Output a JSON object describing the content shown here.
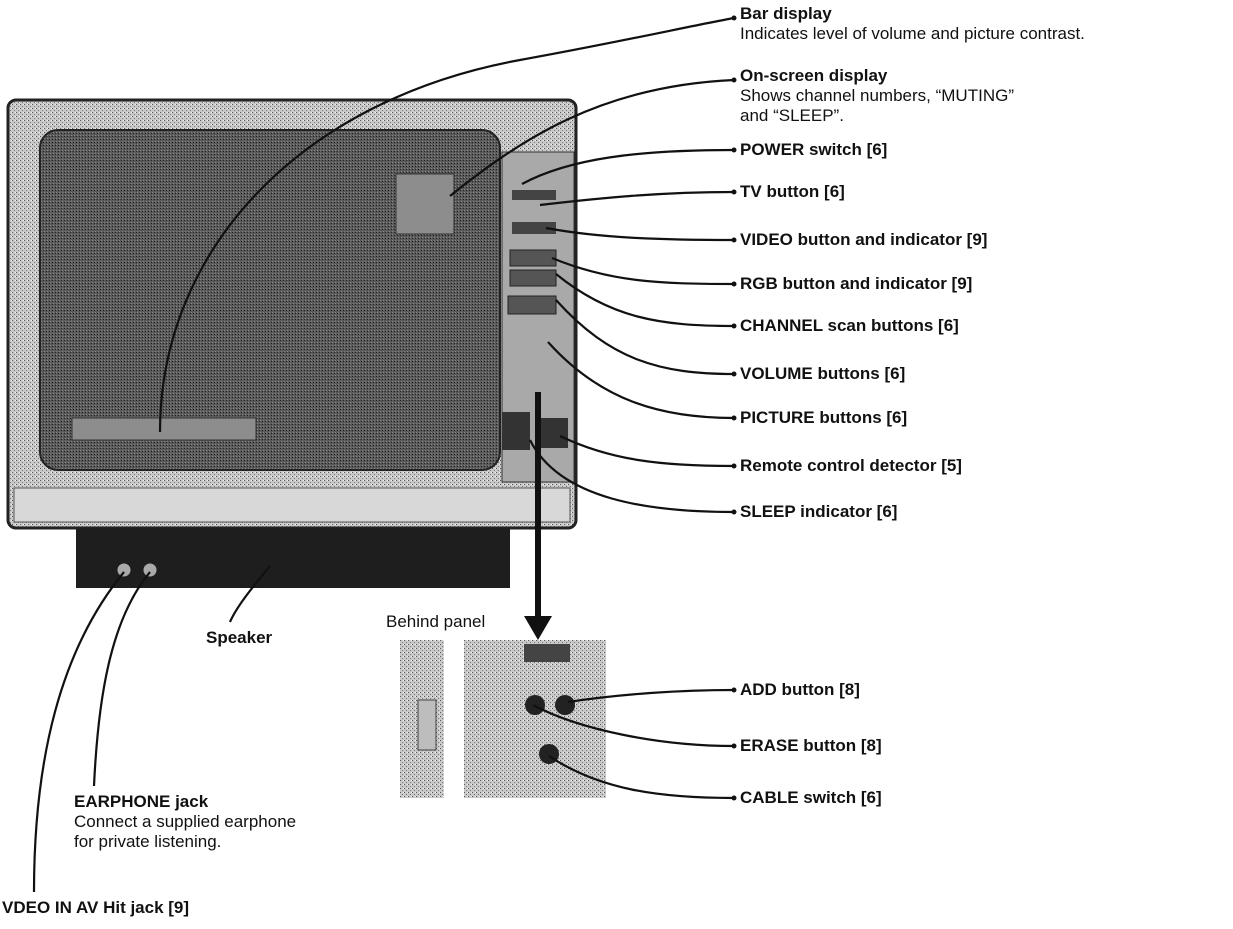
{
  "colors": {
    "ink": "#111111",
    "paper": "#ffffff",
    "grain": "#9a9a9a"
  },
  "labels": {
    "bar_display": {
      "title": "Bar display",
      "desc": "Indicates level of volume and picture contrast."
    },
    "on_screen_display": {
      "title": "On-screen display",
      "desc1": "Shows channel numbers, “MUTING”",
      "desc2": "and “SLEEP”."
    },
    "power_switch": "POWER switch [6]",
    "tv_button": "TV button [6]",
    "video_button": "VIDEO button and indicator [9]",
    "rgb_button": "RGB button and indicator [9]",
    "channel_scan": "CHANNEL scan buttons [6]",
    "volume_buttons": "VOLUME buttons [6]",
    "picture_buttons": "PICTURE buttons [6]",
    "remote_detector": "Remote control detector [5]",
    "sleep_indicator": "SLEEP indicator [6]",
    "speaker": "Speaker",
    "behind_panel": "Behind panel",
    "add_button": "ADD button [8]",
    "erase_button": "ERASE button [8]",
    "cable_switch": "CABLE switch [6]",
    "earphone_jack": {
      "title": "EARPHONE jack",
      "desc1": "Connect a supplied earphone",
      "desc2": "for private listening."
    },
    "video_in_jack": "VDEO IN AV Hit jack [9]"
  }
}
